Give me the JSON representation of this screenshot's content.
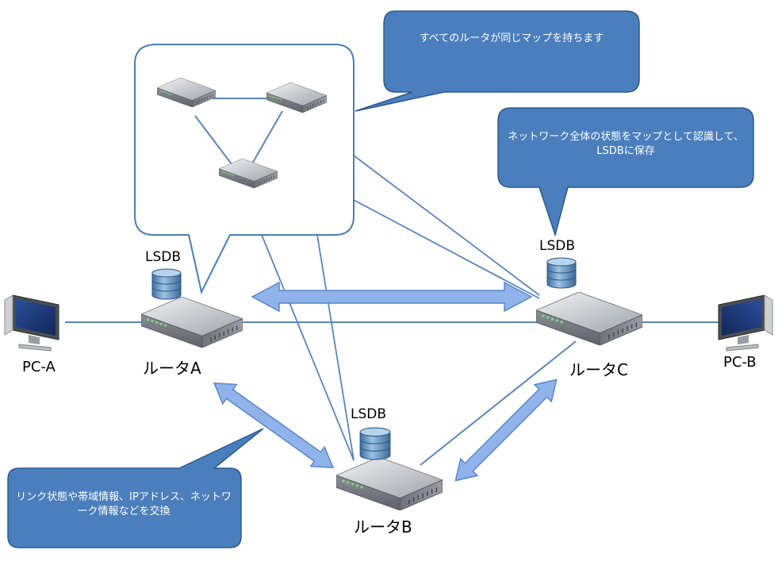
{
  "callouts": {
    "map": "すべてのルータが同じマップを持ちます",
    "lsdb": "ネットワーク全体の状態をマップとして認識して、LSDBに保存",
    "exchange": "リンク状態や帯域情報、IPアドレス、ネットワーク情報などを交換"
  },
  "routers": {
    "a": {
      "name": "ルータA",
      "db": "LSDB"
    },
    "b": {
      "name": "ルータB",
      "db": "LSDB"
    },
    "c": {
      "name": "ルータC",
      "db": "LSDB"
    }
  },
  "pcs": {
    "a": "PC-A",
    "b": "PC-B"
  },
  "colors": {
    "callout_fill": "#4a7ebd",
    "callout_stroke": "#2e5a8e",
    "link": "#5b85bf",
    "arrow_fill": "#8fb3ea",
    "arrow_stroke": "#5b86c8"
  }
}
